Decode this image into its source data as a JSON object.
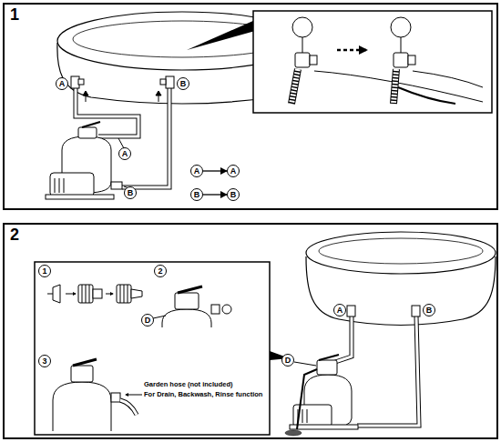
{
  "diagram": {
    "nodes": [
      {
        "text": [
          "1"
        ]
      },
      {
        "text": [
          "A"
        ],
        "in": 0
      },
      {
        "text": [
          "B"
        ],
        "in": 0
      },
      {
        "text": [
          "A"
        ],
        "in": 0
      },
      {
        "text": [
          "B"
        ],
        "in": 0
      },
      {
        "text": [
          "A"
        ],
        "in": 0
      },
      {
        "text": [
          "A"
        ],
        "in": 0
      },
      {
        "text": [
          "B"
        ],
        "in": 0
      },
      {
        "text": [
          "B"
        ],
        "in": 0
      },
      {
        "text": [
          "2"
        ]
      },
      {
        "text": [
          "1"
        ],
        "in": 9
      },
      {
        "text": [
          "2"
        ],
        "in": 9
      },
      {
        "text": [
          "D"
        ],
        "in": 9
      },
      {
        "text": [
          "3"
        ],
        "in": 9
      },
      {
        "text": [
          "A"
        ],
        "in": 9
      },
      {
        "text": [
          "B"
        ],
        "in": 9
      },
      {
        "text": [
          "D"
        ],
        "in": 9
      }
    ],
    "edges": [
      {
        "from": 5,
        "to": 6,
        "arrow": "to"
      },
      {
        "from": 7,
        "to": 8,
        "arrow": "to"
      }
    ],
    "labels": [
      "Garden hose (not included)",
      "For Drain, Backwash, Rinse function"
    ]
  }
}
